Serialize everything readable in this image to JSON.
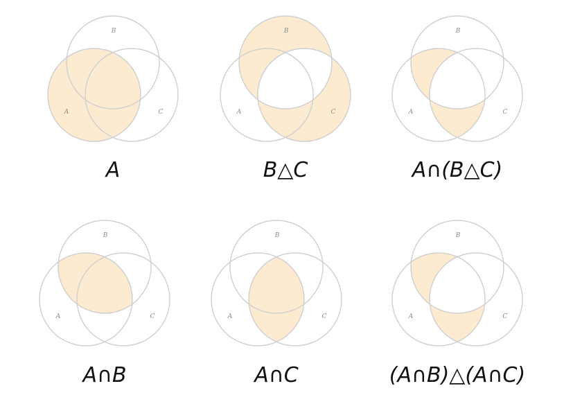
{
  "colors": {
    "fill": "#fcebd0",
    "outline": "#cfcfcf",
    "background": "#ffffff"
  },
  "diagrams": [
    {
      "caption": "A",
      "labels": {
        "a": "A",
        "b": "B",
        "c": "C"
      },
      "shaded_regions": [
        "A only",
        "A∩B only",
        "A∩C only",
        "A∩B∩C"
      ]
    },
    {
      "caption": "B△C",
      "labels": {
        "a": "A",
        "b": "B",
        "c": "C"
      },
      "shaded_regions": [
        "B only",
        "C only",
        "A∩B only",
        "A∩C only"
      ]
    },
    {
      "caption": "A∩(B△C)",
      "labels": {
        "a": "A",
        "b": "B",
        "c": "C"
      },
      "shaded_regions": [
        "A∩B only",
        "A∩C only"
      ]
    },
    {
      "caption": "A∩B",
      "labels": {
        "a": "A",
        "b": "B",
        "c": "C"
      },
      "shaded_regions": [
        "A∩B only",
        "A∩B∩C"
      ]
    },
    {
      "caption": "A∩C",
      "labels": {
        "a": "A",
        "b": "B",
        "c": "C"
      },
      "shaded_regions": [
        "A∩C only",
        "A∩B∩C"
      ]
    },
    {
      "caption": "(A∩B)△(A∩C)",
      "labels": {
        "a": "A",
        "b": "B",
        "c": "C"
      },
      "shaded_regions": [
        "A∩B only",
        "A∩C only"
      ]
    }
  ]
}
